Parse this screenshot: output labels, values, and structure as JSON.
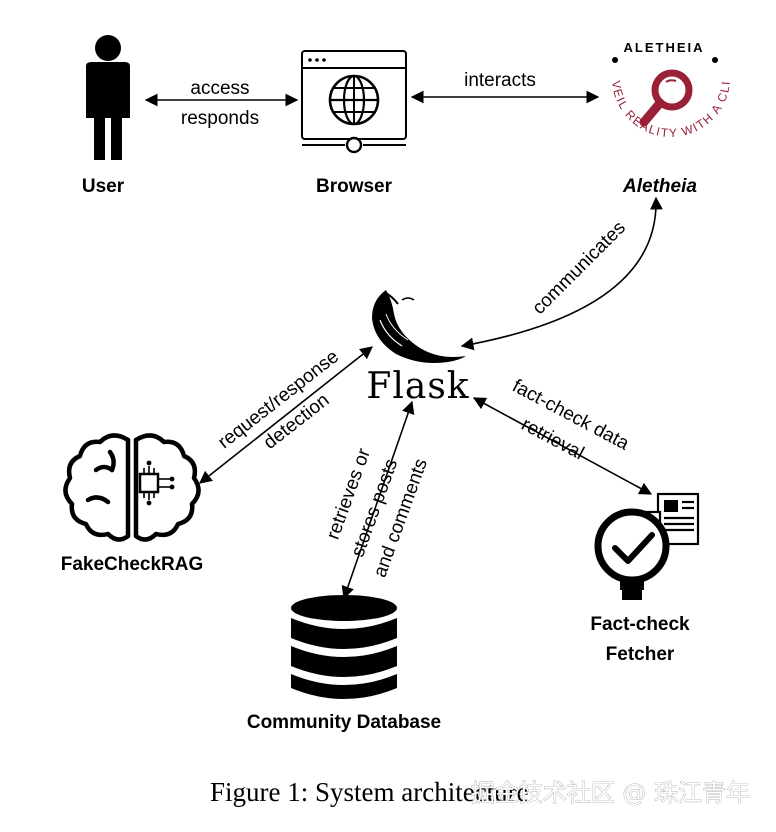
{
  "nodes": {
    "user": "User",
    "browser": "Browser",
    "aletheia": "Aletheia",
    "flask": "Flask",
    "fakecheckrag": "FakeCheckRAG",
    "community_database": "Community Database",
    "fact_check_fetcher_line1": "Fact-check",
    "fact_check_fetcher_line2": "Fetcher"
  },
  "edges": {
    "user_browser_top": "access",
    "user_browser_bottom": "responds",
    "browser_aletheia": "interacts",
    "aletheia_flask": "communicates",
    "flask_rag_line1": "request/response",
    "flask_rag_line2": "detection",
    "flask_db_line1": "retrieves or",
    "flask_db_line2": "stores posts",
    "flask_db_line3": "and comments",
    "flask_fetcher_line1": "fact-check data",
    "flask_fetcher_line2": "retrieval"
  },
  "logo": {
    "title": "ALETHEIA",
    "tagline": "UNVEIL REALITY WITH A CLICK"
  },
  "caption": "Figure 1: System architecture",
  "watermark": "掘金技术社区 @ 珠江青年",
  "colors": {
    "logo_accent": "#9a2038",
    "ink": "#000000"
  }
}
